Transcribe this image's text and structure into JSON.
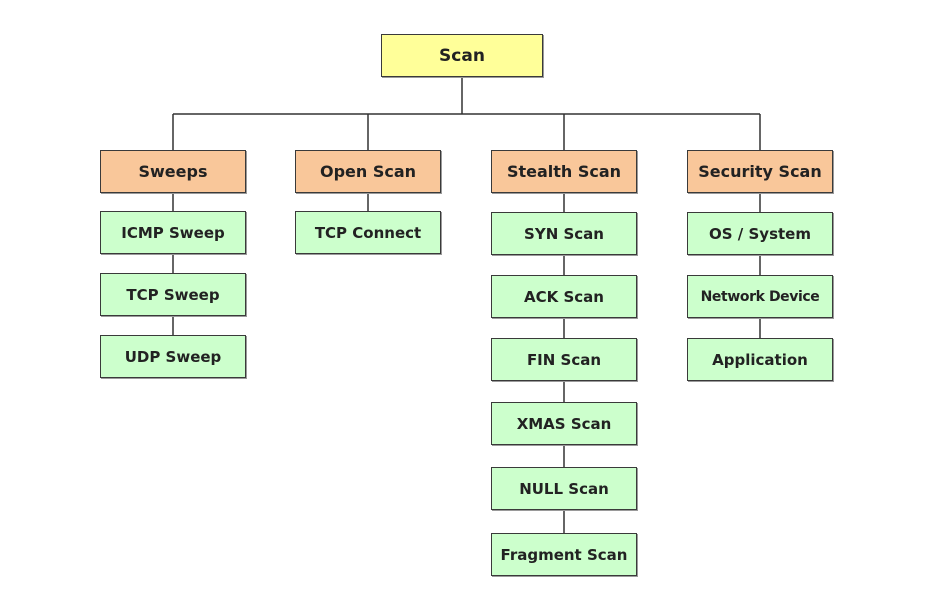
{
  "root": {
    "label": "Scan"
  },
  "categories": [
    {
      "label": "Sweeps",
      "children": [
        "ICMP Sweep",
        "TCP Sweep",
        "UDP Sweep"
      ]
    },
    {
      "label": "Open Scan",
      "children": [
        "TCP Connect"
      ]
    },
    {
      "label": "Stealth Scan",
      "children": [
        "SYN Scan",
        "ACK Scan",
        "FIN Scan",
        "XMAS Scan",
        "NULL Scan",
        "Fragment Scan"
      ]
    },
    {
      "label": "Security Scan",
      "children": [
        "OS / System",
        "Network Device",
        "Application"
      ]
    }
  ],
  "colors": {
    "root_fill": "#ffff99",
    "category_fill": "#f9c79a",
    "leaf_fill": "#ccffcc",
    "border": "#3a3a3a",
    "connector": "#333333"
  }
}
